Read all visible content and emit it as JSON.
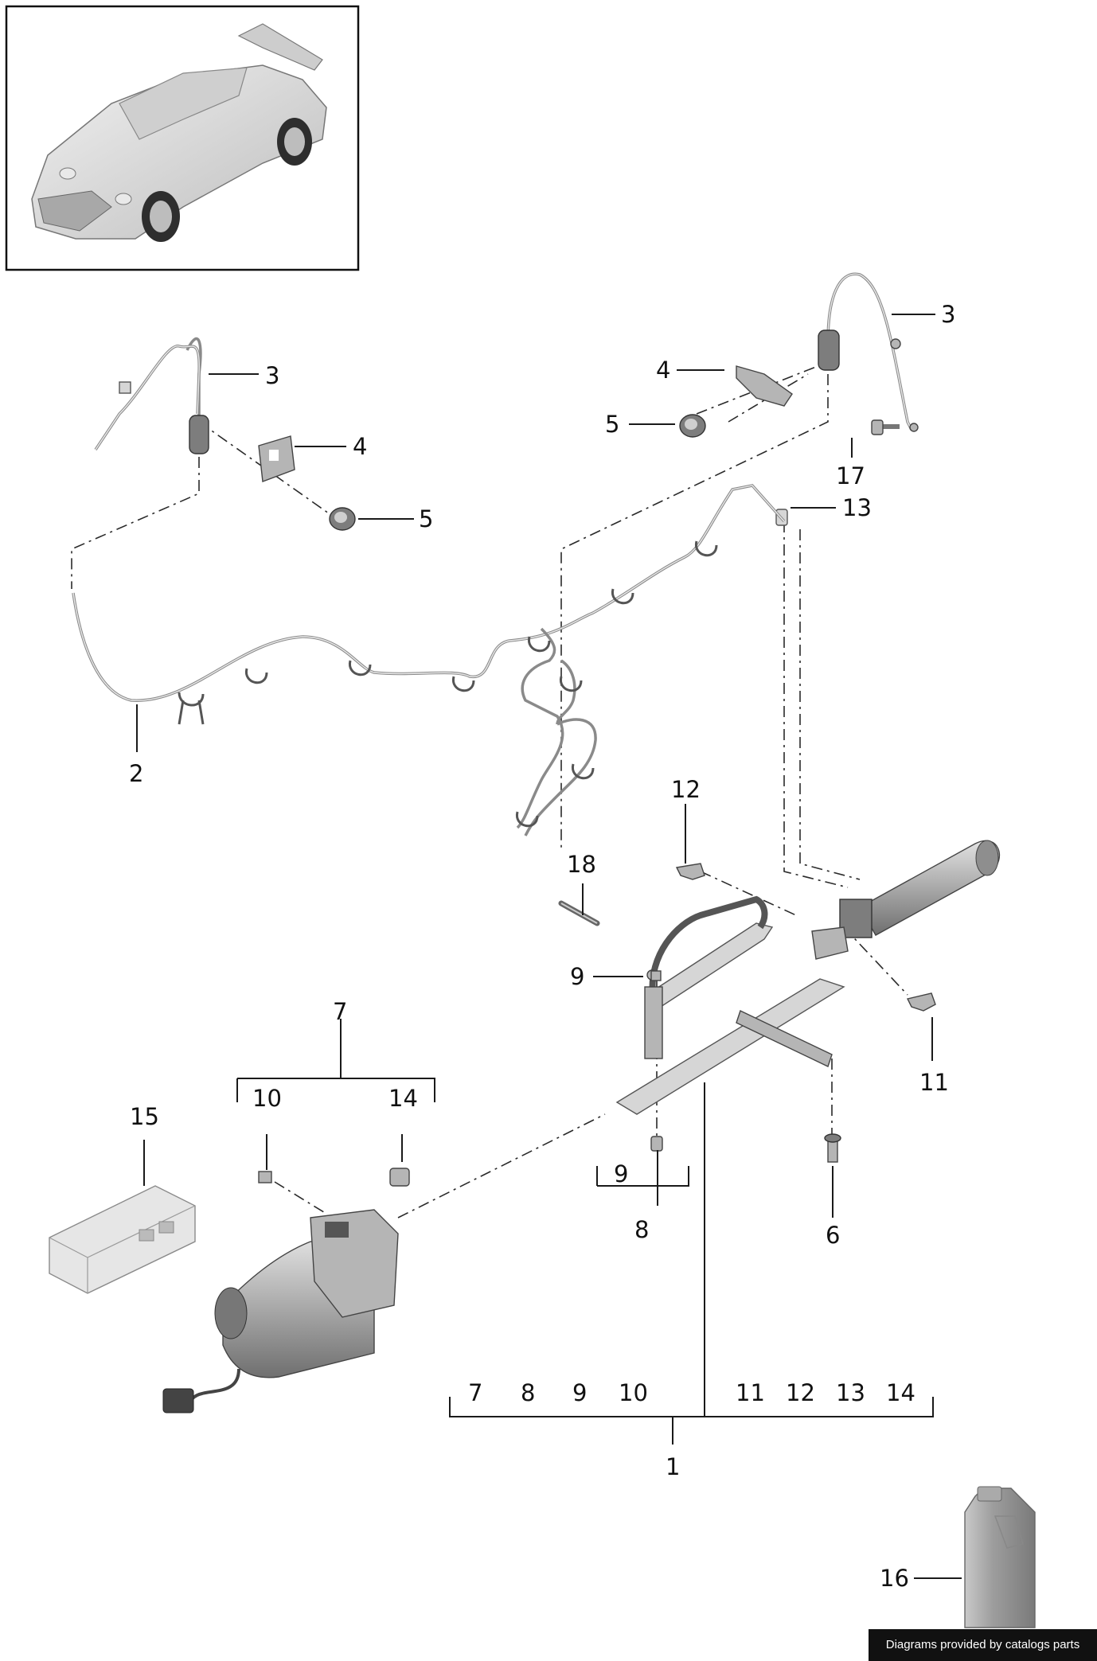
{
  "callouts": {
    "c1": "1",
    "c2": "2",
    "c3a": "3",
    "c3b": "3",
    "c4a": "4",
    "c4b": "4",
    "c5a": "5",
    "c5b": "5",
    "c6": "6",
    "c7": "7",
    "c8": "8",
    "c9a": "9",
    "c9b": "9",
    "c10": "10",
    "c11": "11",
    "c12": "12",
    "c13": "13",
    "c14": "14",
    "c15": "15",
    "c16": "16",
    "c17": "17",
    "c18": "18"
  },
  "bracket1_items": [
    "7",
    "8",
    "9",
    "10",
    "11",
    "12",
    "13",
    "14"
  ],
  "credit": "Diagrams provided by catalogs parts"
}
